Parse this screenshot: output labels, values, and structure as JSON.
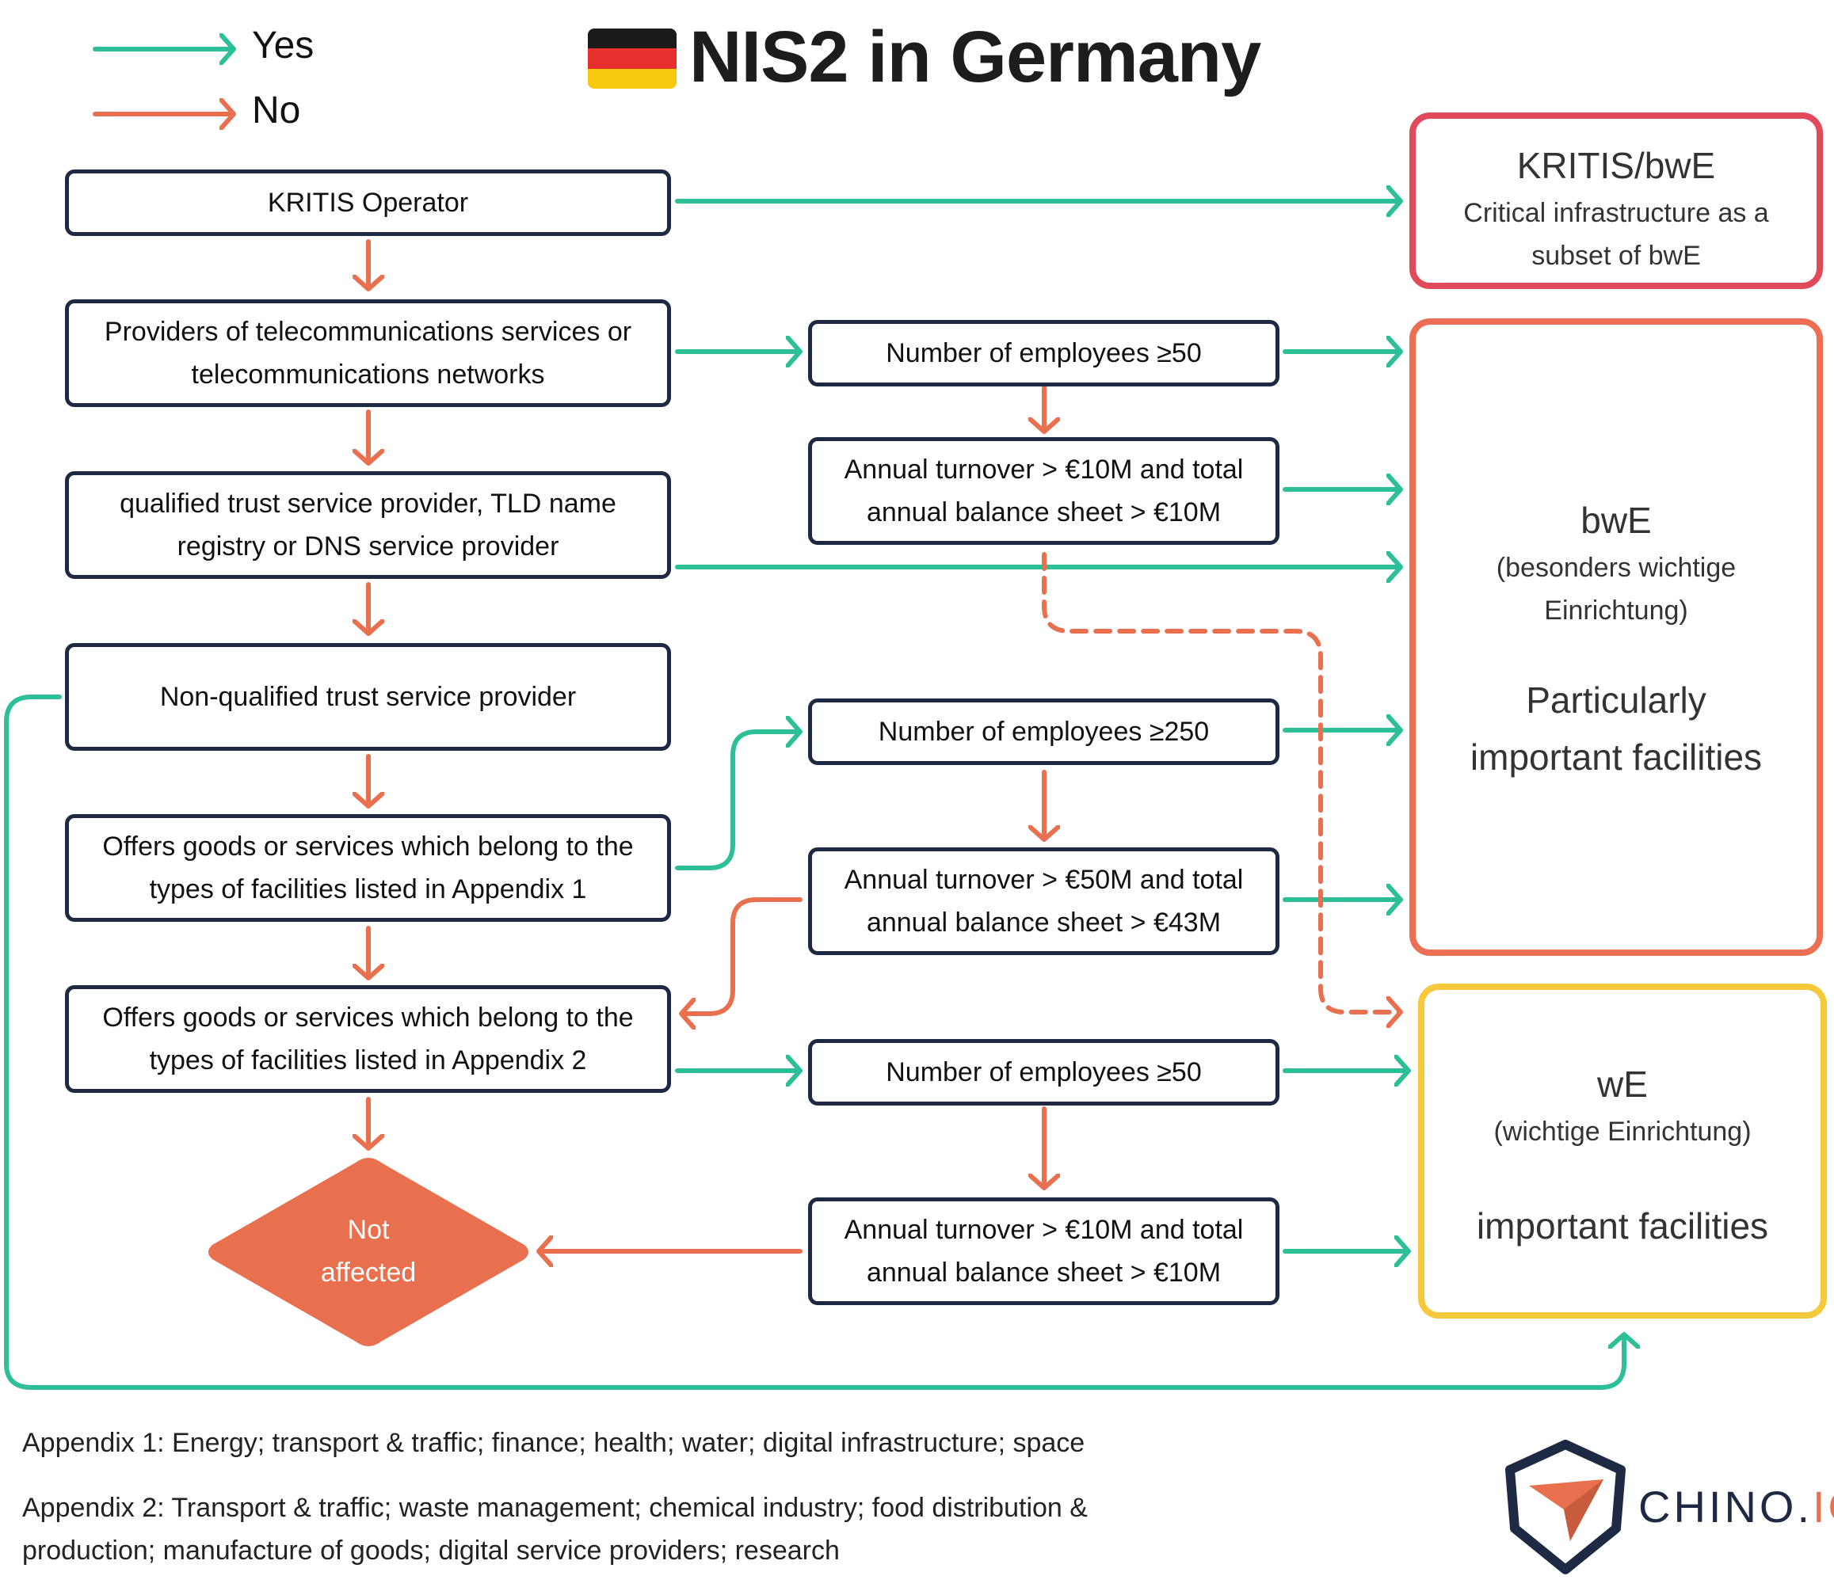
{
  "title": "NIS2 in Germany",
  "legend": {
    "yes": "Yes",
    "no": "No"
  },
  "colors": {
    "yes": "#2dbf97",
    "no": "#e8704f",
    "kritis": "#e04a5a",
    "bwe": "#ec6f54",
    "we": "#f5c93b",
    "box_border": "#1e2a44"
  },
  "left_column": {
    "kritis": "KRITIS Operator",
    "telecom": "Providers of telecommunications services or telecommunications networks",
    "trust": "qualified trust service provider, TLD name registry or DNS service provider",
    "nonqual": "Non-qualified trust service provider",
    "appendix1": "Offers goods or services which belong to the types of facilities listed in Appendix 1",
    "appendix2": "Offers goods or services which belong to the types of facilities listed in Appendix 2",
    "not_affected_1": "Not",
    "not_affected_2": "affected"
  },
  "middle_column": {
    "emp50_a": "Number of employees ≥50",
    "turnover10_a": "Annual turnover > €10M and total annual balance sheet > €10M",
    "emp250": "Number of employees ≥250",
    "turnover50": "Annual turnover > €50M and total annual balance sheet > €43M",
    "emp50_b": "Number of employees ≥50",
    "turnover10_b": "Annual turnover > €10M and total annual balance sheet > €10M"
  },
  "outcomes": {
    "kritis": {
      "title": "KRITIS/bwE",
      "line1": "Critical infrastructure as a",
      "line2": "subset of bwE"
    },
    "bwe": {
      "title": "bwE",
      "line1": "(besonders wichtige",
      "line2": "Einrichtung)",
      "big1": "Particularly",
      "big2": "important facilities"
    },
    "we": {
      "title": "wE",
      "line1": "(wichtige Einrichtung)",
      "big1": "important facilities"
    }
  },
  "footer": {
    "appendix1": "Appendix 1: Energy; transport & traffic; finance; health; water; digital infrastructure; space",
    "appendix2_line1": "Appendix 2: Transport & traffic; waste management; chemical industry; food distribution &",
    "appendix2_line2": "production; manufacture of goods; digital service providers; research"
  },
  "logo": {
    "name": "CHINO.",
    "suffix": "IO"
  }
}
